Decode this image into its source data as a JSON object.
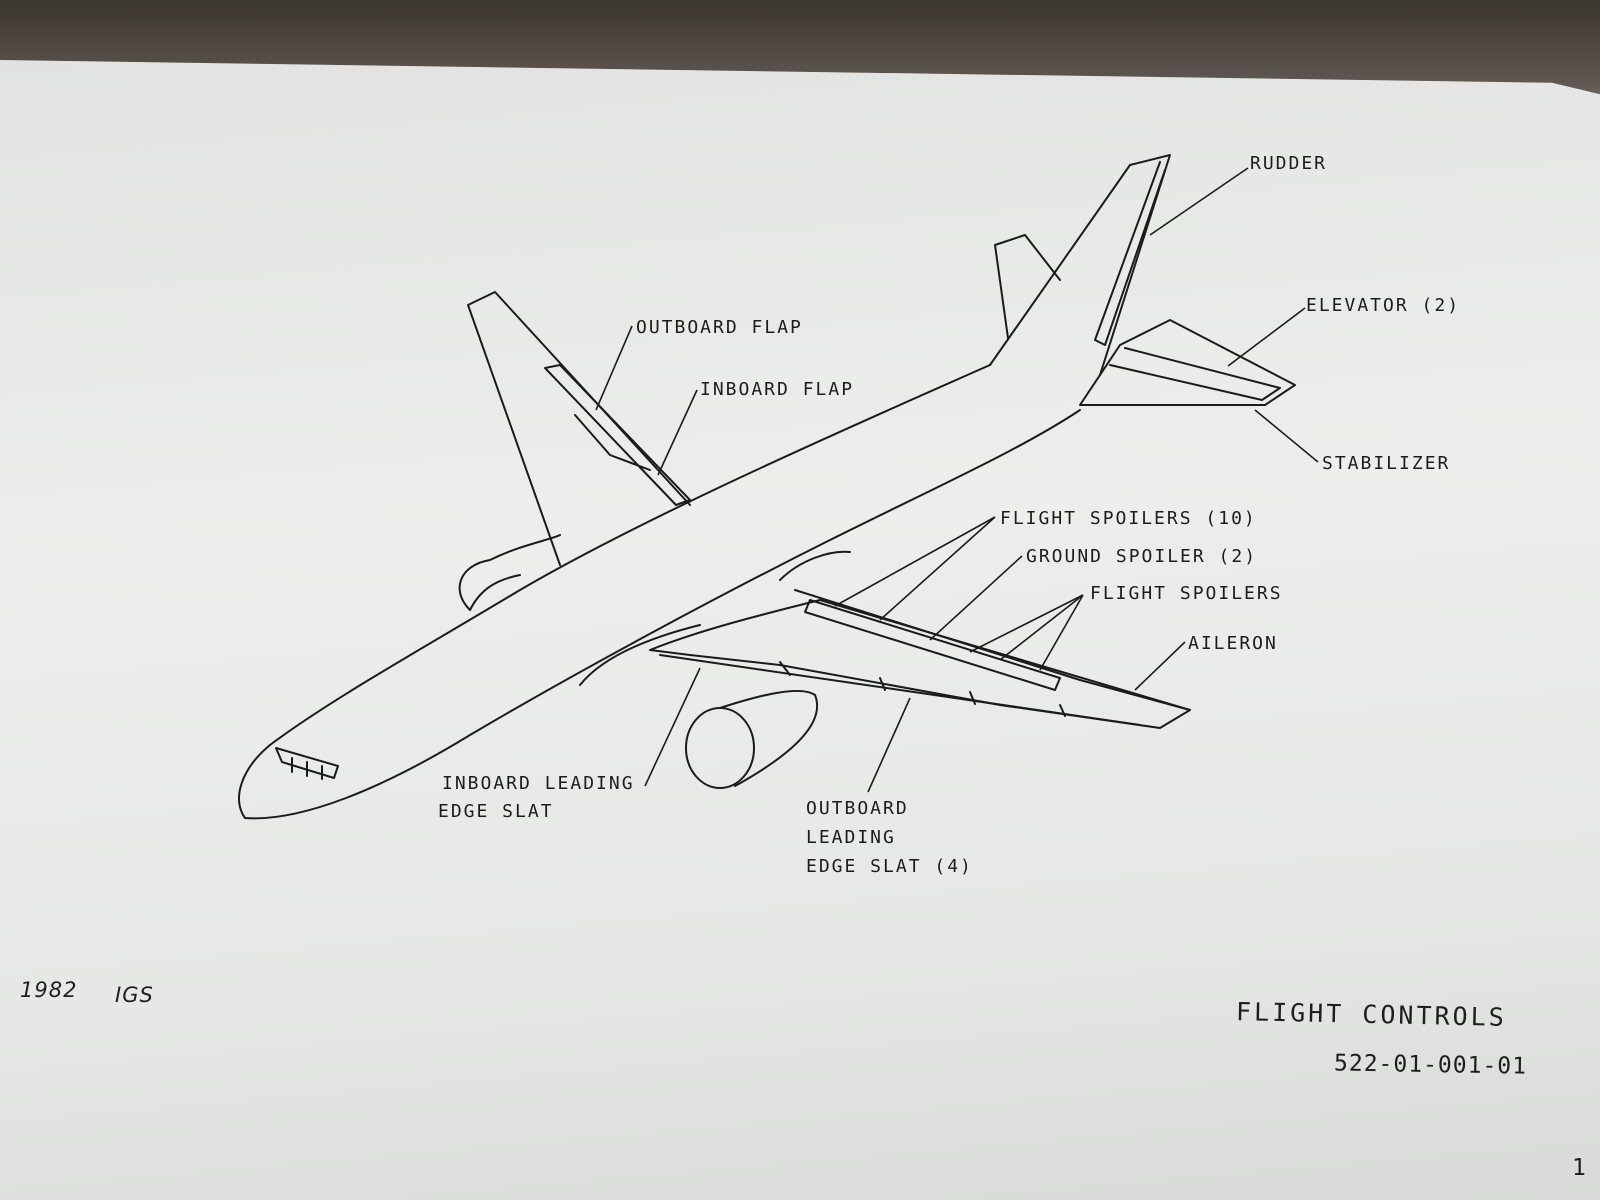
{
  "labels": {
    "rudder": "RUDDER",
    "elevator": "ELEVATOR (2)",
    "stabilizer": "STABILIZER",
    "outboard_flap": "OUTBOARD FLAP",
    "inboard_flap": "INBOARD FLAP",
    "flight_spoilers_10": "FLIGHT SPOILERS (10)",
    "ground_spoiler": "GROUND SPOILER (2)",
    "flight_spoilers": "FLIGHT SPOILERS",
    "aileron": "AILERON",
    "inboard_leading_edge_slat": [
      "INBOARD LEADING",
      "EDGE SLAT"
    ],
    "outboard_leading_edge_slat": [
      "OUTBOARD",
      "LEADING",
      "EDGE SLAT (4)"
    ]
  },
  "footer": {
    "year": "1982",
    "org": "IGS",
    "title": "FLIGHT CONTROLS",
    "doc_number": "522-01-001-01",
    "page_fragment": "1"
  }
}
